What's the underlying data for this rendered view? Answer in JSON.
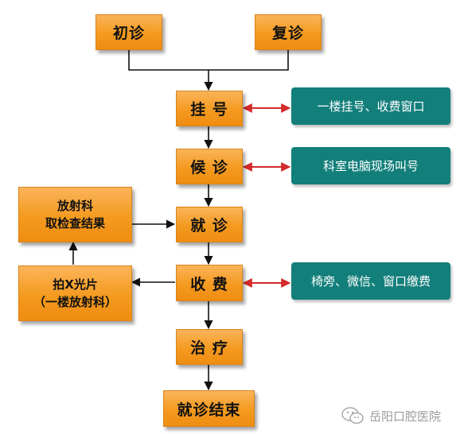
{
  "nodes": {
    "first_visit": "初诊",
    "return_visit": "复诊",
    "register": "挂 号",
    "wait": "候 诊",
    "consult": "就 诊",
    "pay": "收 费",
    "treatment": "治 疗",
    "end": "就诊结束",
    "radiology_results_line1": "放射科",
    "radiology_results_line2": "取检查结果",
    "xray_line1": "拍X光片",
    "xray_line2": "（一楼放射科）"
  },
  "notes": {
    "register_note": "一楼挂号、收费窗口",
    "wait_note": "科室电脑现场叫号",
    "pay_note": "椅旁、微信、窗口缴费"
  },
  "watermark": {
    "text": "岳阳口腔医院",
    "icon": "wechat-icon"
  },
  "colors": {
    "box": "#f49a1f",
    "note": "#137f7b",
    "arrow_red": "#d32a2a",
    "line": "#111111"
  }
}
